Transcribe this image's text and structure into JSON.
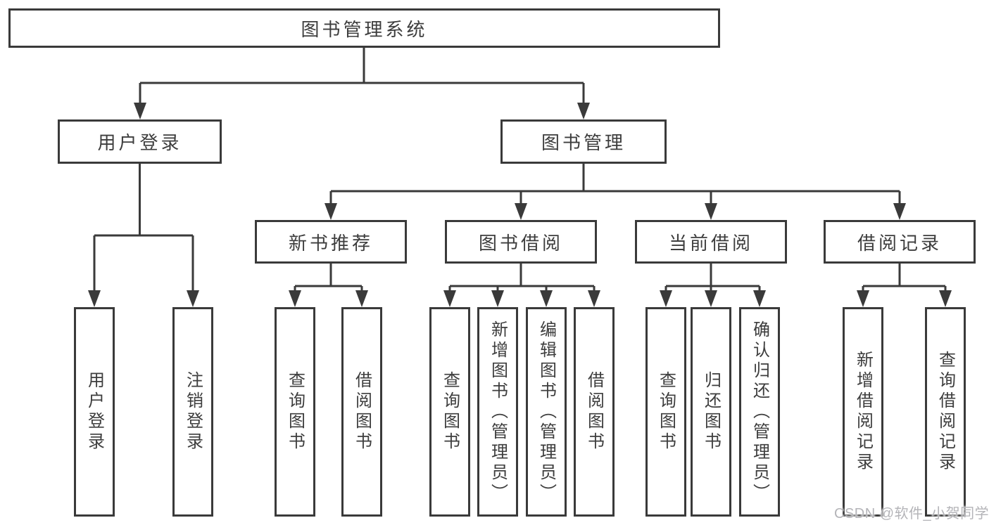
{
  "tree": {
    "label": "图书管理系统",
    "children": [
      {
        "label": "用户登录",
        "children": [
          {
            "label": "用户登录"
          },
          {
            "label": "注销登录"
          }
        ]
      },
      {
        "label": "图书管理",
        "children": [
          {
            "label": "新书推荐",
            "children": [
              {
                "label": "查询图书"
              },
              {
                "label": "借阅图书"
              }
            ]
          },
          {
            "label": "图书借阅",
            "children": [
              {
                "label": "查询图书"
              },
              {
                "label": "新增图书（管理员）"
              },
              {
                "label": "编辑图书（管理员）"
              },
              {
                "label": "借阅图书"
              }
            ]
          },
          {
            "label": "当前借阅",
            "children": [
              {
                "label": "查询图书"
              },
              {
                "label": "归还图书"
              },
              {
                "label": "确认归还（管理员）"
              }
            ]
          },
          {
            "label": "借阅记录",
            "children": [
              {
                "label": "新增借阅记录"
              },
              {
                "label": "查询借阅记录"
              }
            ]
          }
        ]
      }
    ]
  },
  "watermark": {
    "text": "CSDN @软件_小贺同学"
  },
  "colors": {
    "line": "#3a3a3a",
    "text": "#3d3d3d",
    "watermark": "#b4b4b8",
    "background": "#ffffff"
  }
}
